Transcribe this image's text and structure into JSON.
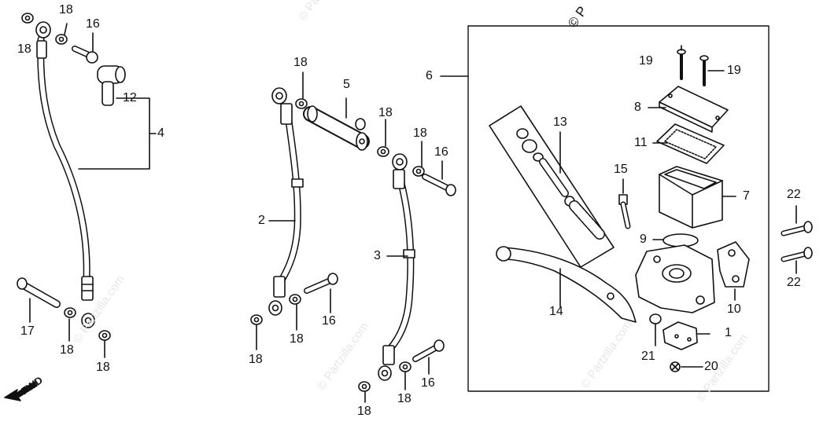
{
  "copyright": "© P",
  "direction_label": "FWD",
  "watermark_text": "© Partzilla.com",
  "callouts": [
    {
      "id": "c1",
      "label": "1"
    },
    {
      "id": "c2",
      "label": "2"
    },
    {
      "id": "c3",
      "label": "3"
    },
    {
      "id": "c4",
      "label": "4"
    },
    {
      "id": "c5",
      "label": "5"
    },
    {
      "id": "c6",
      "label": "6"
    },
    {
      "id": "c7",
      "label": "7"
    },
    {
      "id": "c8",
      "label": "8"
    },
    {
      "id": "c9",
      "label": "9"
    },
    {
      "id": "c10",
      "label": "10"
    },
    {
      "id": "c11",
      "label": "11"
    },
    {
      "id": "c12",
      "label": "12"
    },
    {
      "id": "c13",
      "label": "13"
    },
    {
      "id": "c14",
      "label": "14"
    },
    {
      "id": "c15",
      "label": "15"
    },
    {
      "id": "c16a",
      "label": "16"
    },
    {
      "id": "c16b",
      "label": "16"
    },
    {
      "id": "c16c",
      "label": "16"
    },
    {
      "id": "c16d",
      "label": "16"
    },
    {
      "id": "c17",
      "label": "17"
    },
    {
      "id": "c18a",
      "label": "18"
    },
    {
      "id": "c18b",
      "label": "18"
    },
    {
      "id": "c18c",
      "label": "18"
    },
    {
      "id": "c18d",
      "label": "18"
    },
    {
      "id": "c18e",
      "label": "18"
    },
    {
      "id": "c18f",
      "label": "18"
    },
    {
      "id": "c18g",
      "label": "18"
    },
    {
      "id": "c18h",
      "label": "18"
    },
    {
      "id": "c18i",
      "label": "18"
    },
    {
      "id": "c18j",
      "label": "18"
    },
    {
      "id": "c18k",
      "label": "18"
    },
    {
      "id": "c18l",
      "label": "18"
    },
    {
      "id": "c19a",
      "label": "19"
    },
    {
      "id": "c19b",
      "label": "19"
    },
    {
      "id": "c20",
      "label": "20"
    },
    {
      "id": "c21",
      "label": "21"
    },
    {
      "id": "c22a",
      "label": "22"
    },
    {
      "id": "c22b",
      "label": "22"
    }
  ]
}
